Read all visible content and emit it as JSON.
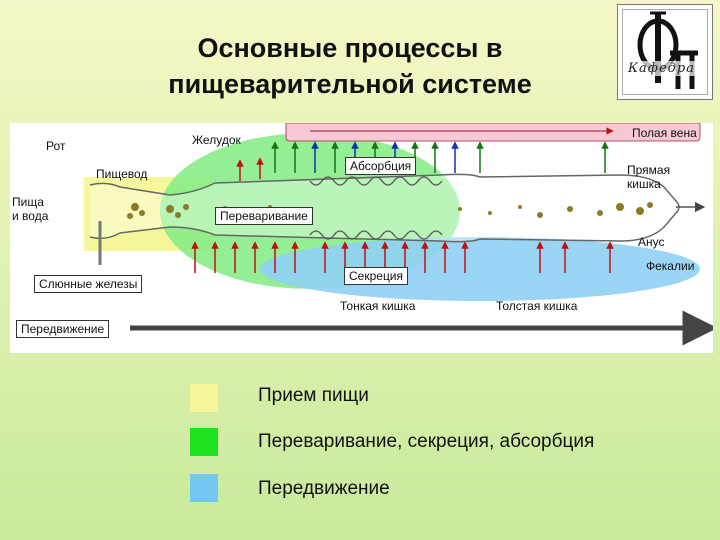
{
  "header": {
    "title_line1": "Основные процессы в",
    "title_line2": "пищеварительной системе"
  },
  "logo": {
    "letters": "Ф Т",
    "text": "Кафедра"
  },
  "diagram": {
    "labels": {
      "mouth": "Рот",
      "stomach": "Желудок",
      "vena": "Полая вена",
      "esophagus": "Пищевод",
      "absorption": "Абсорбция",
      "rectum_line1": "Прямая",
      "rectum_line2": "кишка",
      "food_line1": "Пища",
      "food_line2": "и вода",
      "digestion": "Переваривание",
      "anus": "Анус",
      "feces": "Фекалии",
      "salivary": "Слюнные железы",
      "secretion": "Секреция",
      "small_intestine": "Тонкая кишка",
      "large_intestine": "Толстая кишка",
      "movement": "Передвижение"
    }
  },
  "legend": [
    {
      "color": "#f6f79a",
      "label": "Прием пищи"
    },
    {
      "color": "#1fe21f",
      "label": "Переваривание, секреция, абсорбция"
    },
    {
      "color": "#74c6f3",
      "label": "Передвижение"
    }
  ]
}
